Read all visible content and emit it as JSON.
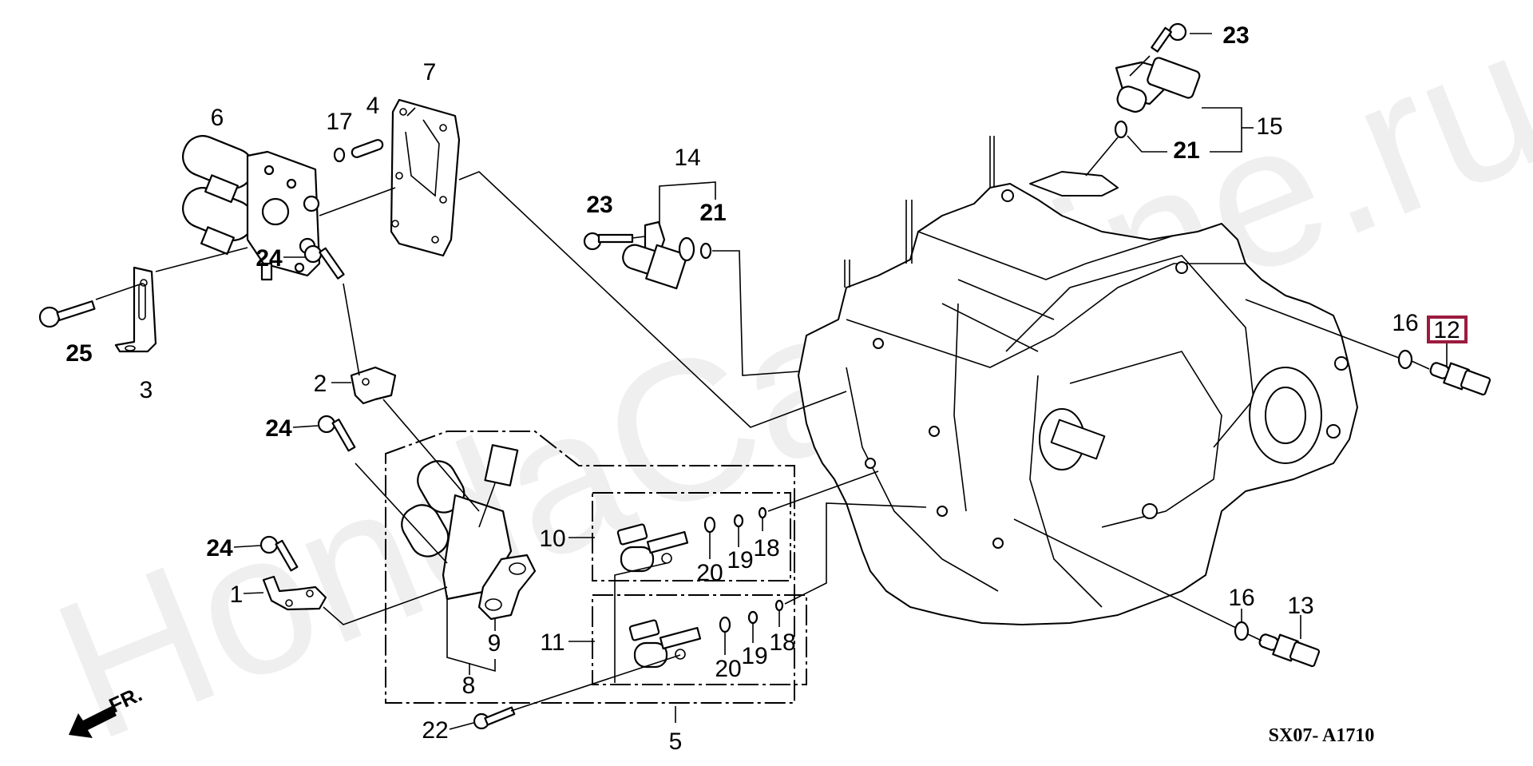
{
  "diagram": {
    "title": "Automatic transmission solenoid / sensor parts diagram",
    "code": "SX07- A1710",
    "watermark": "HondaCarMine.ru",
    "direction_label": "FR.",
    "highlight_color": "#9b1b3e",
    "highlighted_part": "12",
    "callouts": [
      {
        "id": "1",
        "label": "1"
      },
      {
        "id": "2",
        "label": "2"
      },
      {
        "id": "3",
        "label": "3"
      },
      {
        "id": "4",
        "label": "4"
      },
      {
        "id": "5",
        "label": "5"
      },
      {
        "id": "6",
        "label": "6"
      },
      {
        "id": "7",
        "label": "7"
      },
      {
        "id": "8",
        "label": "8"
      },
      {
        "id": "9",
        "label": "9"
      },
      {
        "id": "10",
        "label": "10"
      },
      {
        "id": "11",
        "label": "11"
      },
      {
        "id": "12",
        "label": "12"
      },
      {
        "id": "13",
        "label": "13"
      },
      {
        "id": "14",
        "label": "14"
      },
      {
        "id": "15",
        "label": "15"
      },
      {
        "id": "16a",
        "label": "16"
      },
      {
        "id": "16b",
        "label": "16"
      },
      {
        "id": "17",
        "label": "17"
      },
      {
        "id": "18a",
        "label": "18"
      },
      {
        "id": "18b",
        "label": "18"
      },
      {
        "id": "19a",
        "label": "19"
      },
      {
        "id": "19b",
        "label": "19"
      },
      {
        "id": "20a",
        "label": "20"
      },
      {
        "id": "20b",
        "label": "20"
      },
      {
        "id": "21a",
        "label": "21"
      },
      {
        "id": "21b",
        "label": "21"
      },
      {
        "id": "22",
        "label": "22"
      },
      {
        "id": "23a",
        "label": "23"
      },
      {
        "id": "23b",
        "label": "23"
      },
      {
        "id": "24a",
        "label": "24"
      },
      {
        "id": "24b",
        "label": "24"
      },
      {
        "id": "24c",
        "label": "24"
      },
      {
        "id": "25",
        "label": "25"
      }
    ]
  }
}
